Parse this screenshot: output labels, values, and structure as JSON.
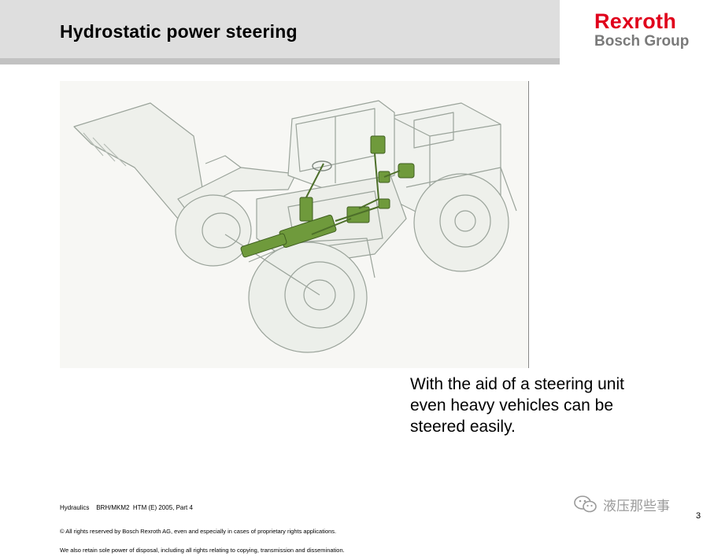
{
  "slide": {
    "title": "Hydrostatic power steering",
    "caption_lines": [
      "With the aid of a steering unit",
      "even heavy vehicles can be",
      "steered easily."
    ],
    "page_number": "3"
  },
  "logo": {
    "line1": "Rexroth",
    "line2": "Bosch Group",
    "brand_color": "#e0001b",
    "secondary_color": "#7a7a7a"
  },
  "footer": {
    "line1": "Hydraulics    BRH/MKM2  HTM (E) 2005, Part 4",
    "line2": "© All rights reserved by Bosch Rexroth AG, even and especially in cases of proprietary rights applications.",
    "line3": "We also retain sole power of disposal, including all rights relating to copying, transmission and dissemination."
  },
  "watermark": {
    "text": "液压那些事",
    "icon": "wechat-icon"
  },
  "colors": {
    "title_bar": "#dedede",
    "title_rule": "#c2c2c2",
    "hydraulic_green": "#6f9a3c"
  }
}
